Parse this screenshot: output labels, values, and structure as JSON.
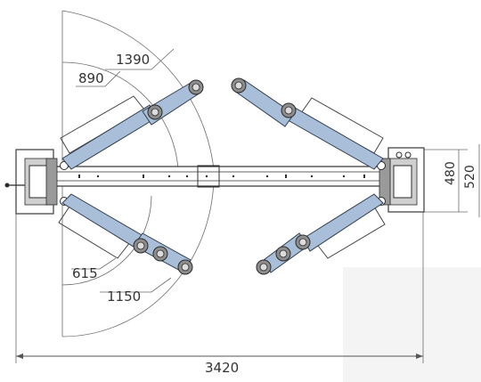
{
  "diagram": {
    "dimensions": {
      "radius_large_upper": "1390",
      "radius_small_upper": "890",
      "radius_small_lower": "615",
      "radius_large_lower": "1150",
      "overall_width": "3420",
      "inner_depth": "480",
      "outer_depth": "520"
    },
    "colors": {
      "arm_fill": "#a9bed8",
      "outline": "#2f2f2f",
      "dimension_text": "#333333"
    }
  }
}
